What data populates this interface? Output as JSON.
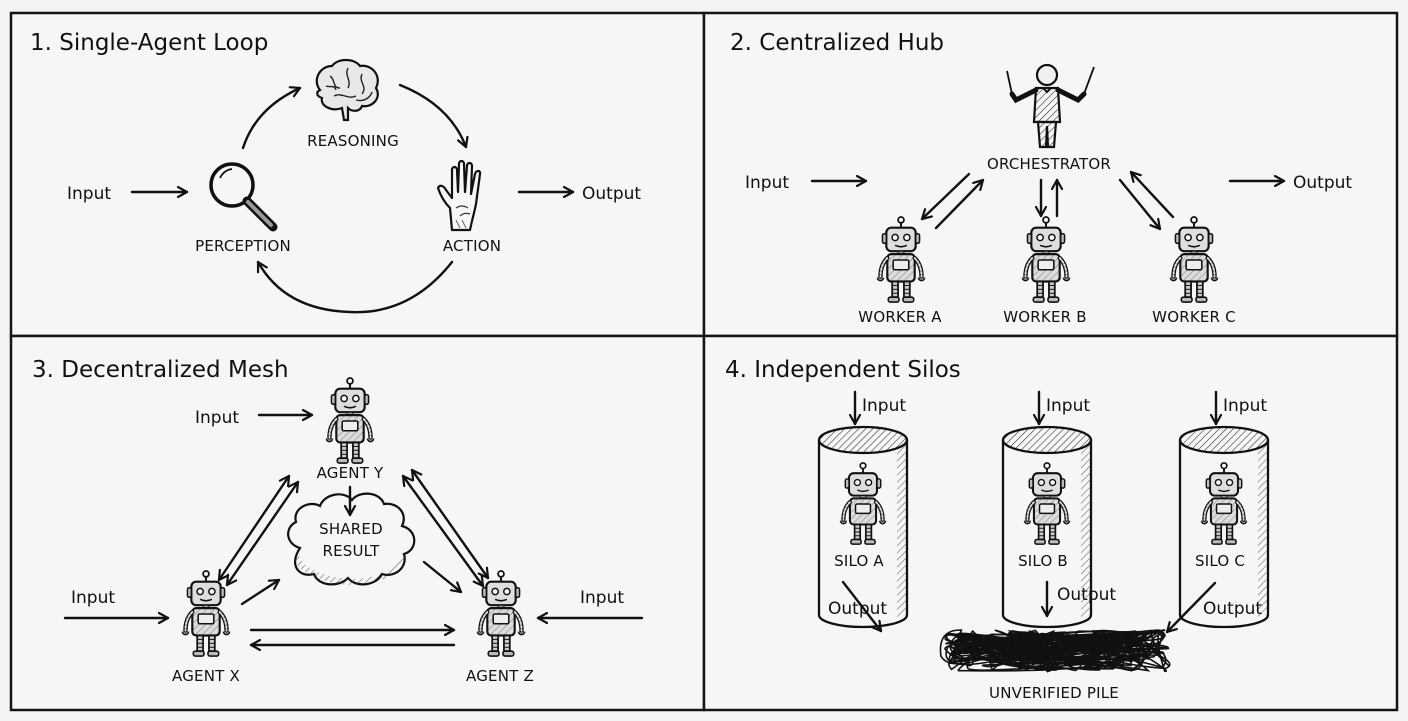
{
  "panels": [
    {
      "title": "1. Single-Agent Loop",
      "input": "Input",
      "output": "Output",
      "nodes": [
        "REASONING",
        "PERCEPTION",
        "ACTION"
      ],
      "icons": [
        "brain-icon",
        "magnifying-glass-icon",
        "hand-icon"
      ]
    },
    {
      "title": "2. Centralized Hub",
      "input": "Input",
      "output": "Output",
      "hub": "ORCHESTRATOR",
      "hub_icon": "conductor-icon",
      "workers": [
        "WORKER A",
        "WORKER B",
        "WORKER C"
      ]
    },
    {
      "title": "3. Decentralized Mesh",
      "inputs": [
        "Input",
        "Input",
        "Input"
      ],
      "agents": [
        "AGENT Y",
        "AGENT X",
        "AGENT Z"
      ],
      "shared": [
        "SHARED",
        "RESULT"
      ]
    },
    {
      "title": "4. Independent Silos",
      "inputs": [
        "Input",
        "Input",
        "Input"
      ],
      "silos": [
        "SILO A",
        "SILO B",
        "SILO C"
      ],
      "outputs": [
        "Output",
        "Output",
        "Output"
      ],
      "pile": "UNVERIFIED PILE"
    }
  ]
}
